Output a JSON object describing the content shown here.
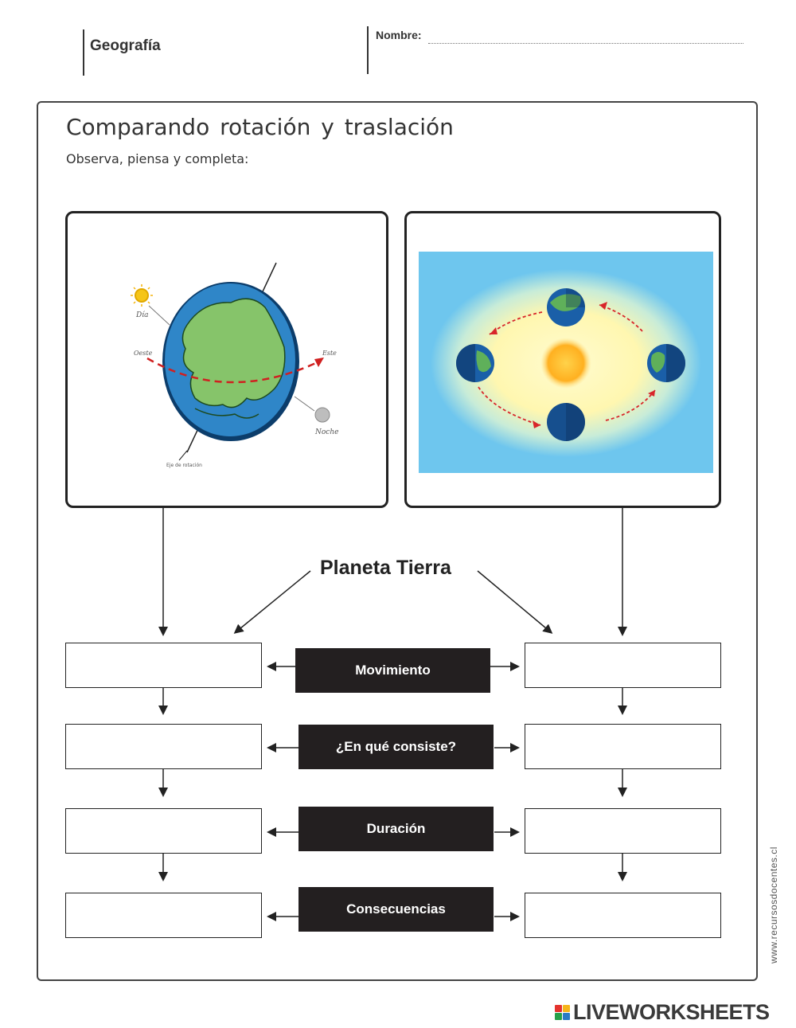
{
  "header": {
    "subject": "Geografía",
    "name_label": "Nombre:",
    "name_value": ""
  },
  "worksheet": {
    "title": "Comparando  rotación  y traslación",
    "instructions": "Observa, piensa y completa:",
    "center_label": "Planeta Tierra"
  },
  "rotation_image": {
    "labels": {
      "day": "Día",
      "west": "Oeste",
      "east": "Este",
      "night": "Noche",
      "axis": "Eje de rotación"
    }
  },
  "categories": [
    {
      "label": "Movimiento",
      "left_answer": "",
      "right_answer": ""
    },
    {
      "label": "¿En qué consiste?",
      "left_answer": "",
      "right_answer": ""
    },
    {
      "label": "Duración",
      "left_answer": "",
      "right_answer": ""
    },
    {
      "label": "Consecuencias",
      "left_answer": "",
      "right_answer": ""
    }
  ],
  "footer": {
    "site": "www.recursosdocentes.cl",
    "logo_text": "LIVEWORKSHEETS",
    "logo_icon": "liveworksheets-grid-icon",
    "logo_colors": [
      "#e4332e",
      "#f5b41a",
      "#27a04a",
      "#2a7bc6"
    ]
  },
  "colors": {
    "ocean": "#2f86c8",
    "land": "#86c46a",
    "sun": "#f5c518",
    "equator": "#d02020",
    "space_blue": "#6ec6ee",
    "orbit_glow": "#fffbd0"
  }
}
